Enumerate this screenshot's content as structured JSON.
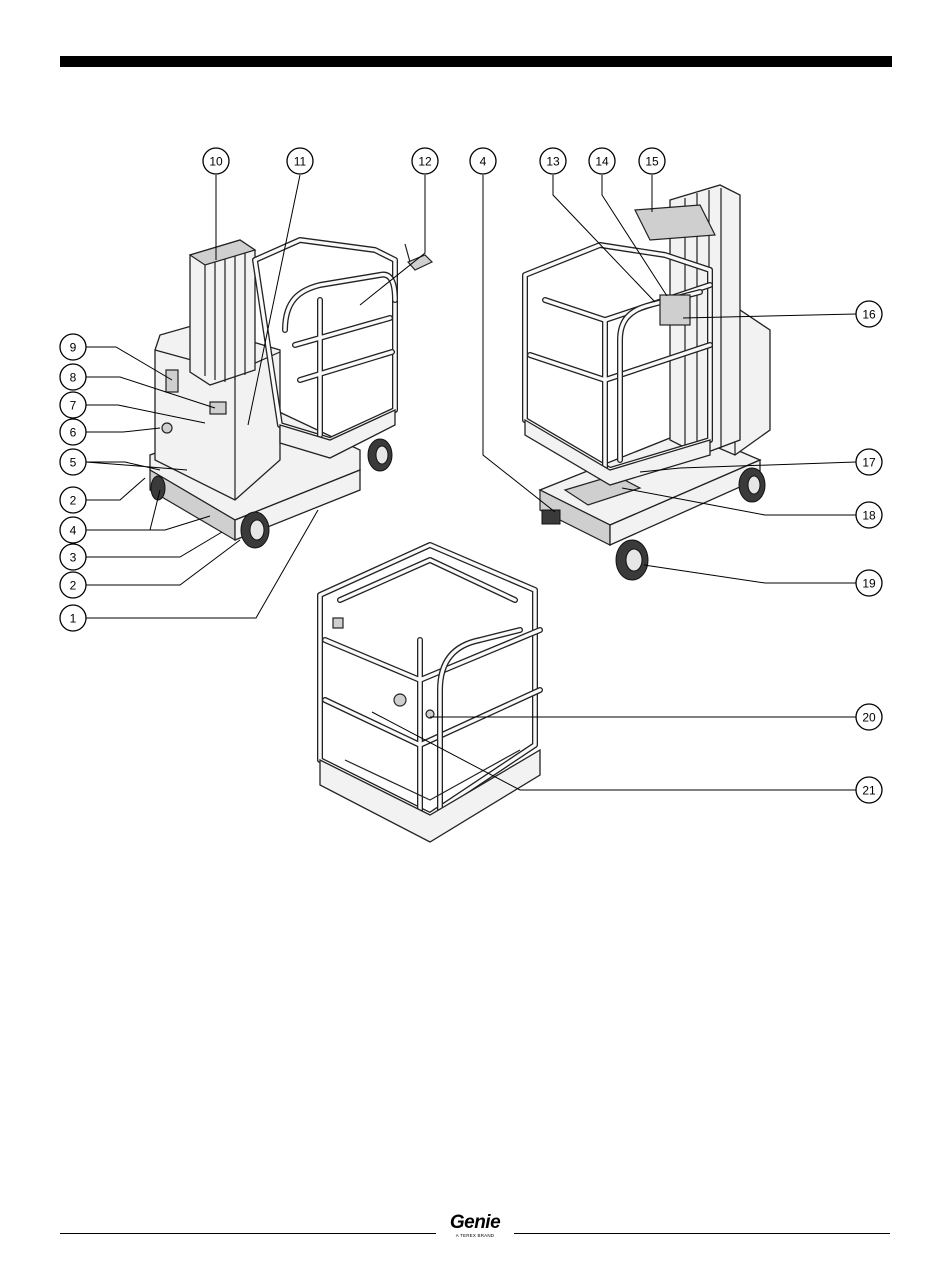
{
  "callouts": [
    {
      "id": "10",
      "label": "10"
    },
    {
      "id": "11",
      "label": "11"
    },
    {
      "id": "12",
      "label": "12"
    },
    {
      "id": "4a",
      "label": "4"
    },
    {
      "id": "13",
      "label": "13"
    },
    {
      "id": "14",
      "label": "14"
    },
    {
      "id": "15",
      "label": "15"
    },
    {
      "id": "16",
      "label": "16"
    },
    {
      "id": "9",
      "label": "9"
    },
    {
      "id": "8",
      "label": "8"
    },
    {
      "id": "7",
      "label": "7"
    },
    {
      "id": "6",
      "label": "6"
    },
    {
      "id": "5",
      "label": "5"
    },
    {
      "id": "2a",
      "label": "2"
    },
    {
      "id": "4b",
      "label": "4"
    },
    {
      "id": "3",
      "label": "3"
    },
    {
      "id": "2b",
      "label": "2"
    },
    {
      "id": "1",
      "label": "1"
    },
    {
      "id": "17",
      "label": "17"
    },
    {
      "id": "18",
      "label": "18"
    },
    {
      "id": "19",
      "label": "19"
    },
    {
      "id": "20",
      "label": "20"
    },
    {
      "id": "21",
      "label": "21"
    }
  ],
  "footer": {
    "brand_name": "Genie",
    "brand_tagline": "A TEREX BRAND"
  }
}
